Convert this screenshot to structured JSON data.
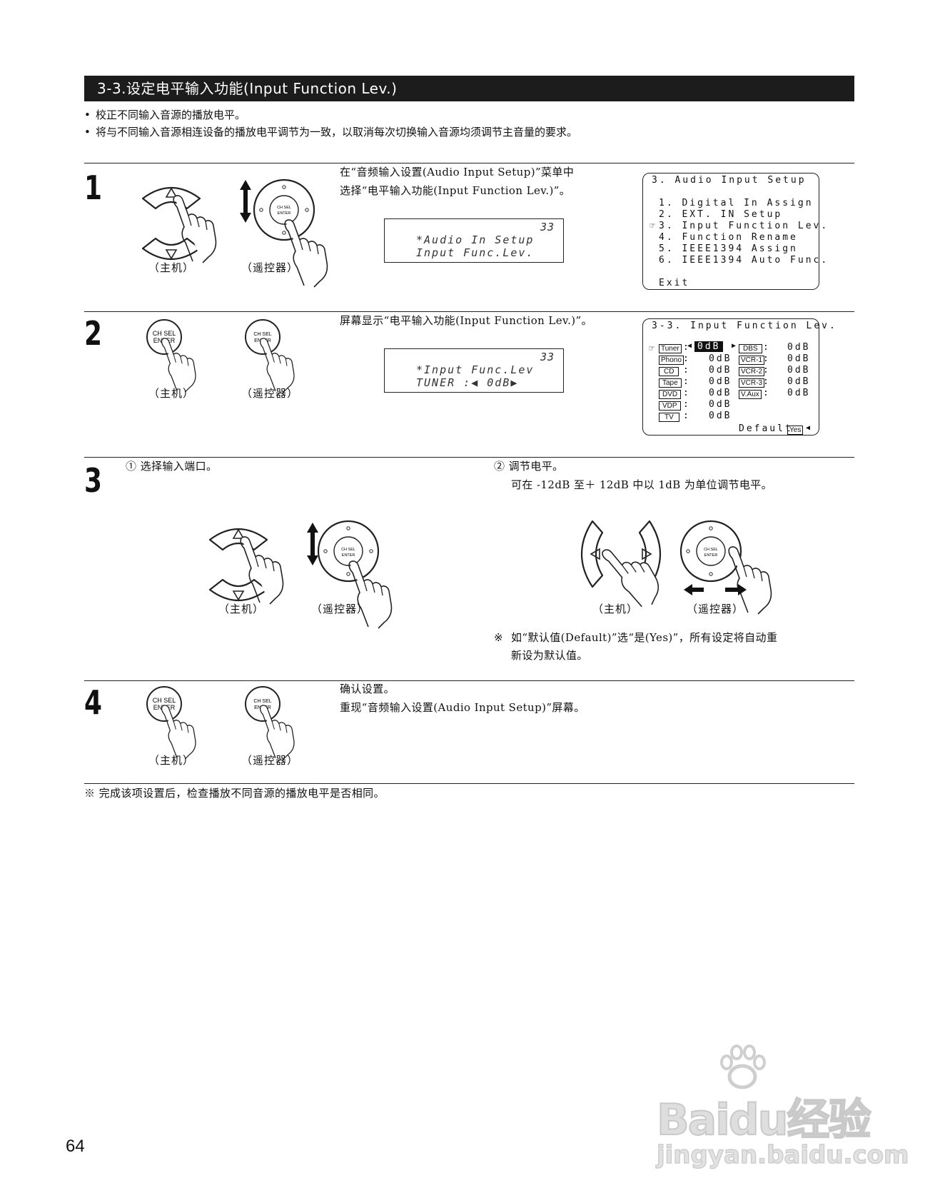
{
  "section": {
    "title": "3-3.设定电平输入功能(Input Function Lev.)",
    "bullets": [
      "校正不同输入音源的播放电平。",
      "将与不同输入音源相连设备的播放电平调节为一致，以取消每次切换输入音源均须调节主音量的要求。"
    ]
  },
  "captions": {
    "main_unit": "（主机）",
    "remote": "（遥控器）",
    "remote_plain": "（遥控器）"
  },
  "buttons": {
    "ch_sel": "CH SEL",
    "enter": "ENTER"
  },
  "step1": {
    "number": "1",
    "text": [
      "在“音频输入设置(Audio Input Setup)”菜单中",
      "选择“电平输入功能(Input Function Lev.)”。"
    ],
    "lcd": {
      "num": "33",
      "line1": "*Audio In Setup",
      "line2": "Input Func.Lev."
    },
    "osd": {
      "title": "3. Audio Input Setup",
      "items": [
        "1. Digital In Assign",
        "2. EXT. IN Setup",
        "3. Input Function Lev.",
        "4. Function Rename",
        "5. IEEE1394 Assign",
        "6. IEEE1394 Auto Func."
      ],
      "cursor": "☞",
      "exit": "Exit"
    }
  },
  "step2": {
    "number": "2",
    "text": "屏幕显示“电平输入功能(Input Function Lev.)”。",
    "lcd": {
      "num": "33",
      "line1": "*Input Func.Lev",
      "line2": "TUNER :◀  0dB▶"
    },
    "osd": {
      "title": "3-3. Input Function Lev.",
      "cursor": "☞",
      "left": [
        {
          "name": "Tuner",
          "value": "0dB"
        },
        {
          "name": "Phono",
          "value": "0dB"
        },
        {
          "name": "CD",
          "value": "0dB"
        },
        {
          "name": "Tape",
          "value": "0dB"
        },
        {
          "name": "DVD",
          "value": "0dB"
        },
        {
          "name": "VDP",
          "value": "0dB"
        },
        {
          "name": "TV",
          "value": "0dB"
        }
      ],
      "right": [
        {
          "name": "DBS",
          "value": "0dB"
        },
        {
          "name": "VCR-1",
          "value": "0dB"
        },
        {
          "name": "VCR-2",
          "value": "0dB"
        },
        {
          "name": "VCR-3",
          "value": "0dB"
        },
        {
          "name": "V.Aux",
          "value": "0dB"
        }
      ],
      "default_label": "Default",
      "default_value": "Yes"
    }
  },
  "step3": {
    "number": "3",
    "sub1": "① 选择输入端口。",
    "sub2": "② 调节电平。",
    "sub2_detail": "可在 -12dB 至＋ 12dB 中以 1dB 为单位调节电平。",
    "note_mark": "※",
    "note_line1": "如“默认值(Default)”选“是(Yes)”，所有设定将自动重",
    "note_line2": "新设为默认值。"
  },
  "step4": {
    "number": "4",
    "text": [
      "确认设置。",
      "重现“音频输入设置(Audio Input Setup)”屏幕。"
    ]
  },
  "footnote": "※  完成该项设置后，检查播放不同音源的播放电平是否相同。",
  "page_number": "64",
  "watermark": {
    "brand": "Baidu经验",
    "url": "jingyan.baidu.com"
  }
}
